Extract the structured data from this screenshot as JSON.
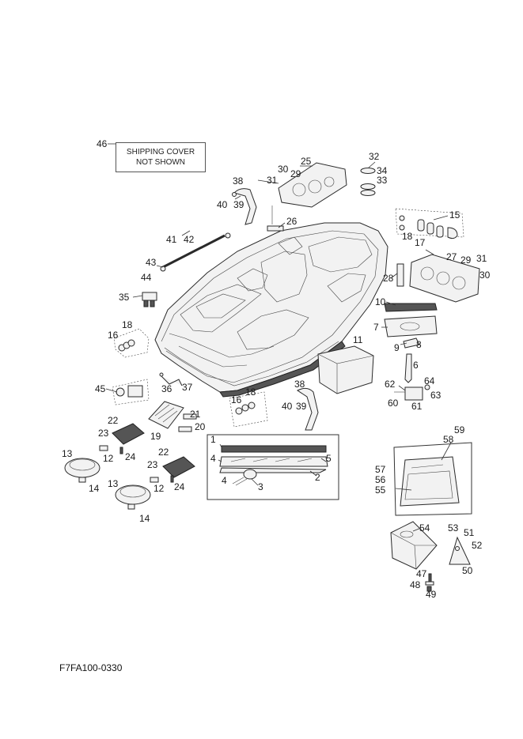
{
  "note": {
    "line1": "SHIPPING COVER",
    "line2": "NOT SHOWN"
  },
  "diagram_code": "F7FA100-0330",
  "callouts": [
    {
      "id": "46",
      "text": "46"
    },
    {
      "id": "32",
      "text": "32"
    },
    {
      "id": "25",
      "text": "25"
    },
    {
      "id": "30a",
      "text": "30"
    },
    {
      "id": "29a",
      "text": "29"
    },
    {
      "id": "34",
      "text": "34"
    },
    {
      "id": "31a",
      "text": "31"
    },
    {
      "id": "33",
      "text": "33"
    },
    {
      "id": "38a",
      "text": "38"
    },
    {
      "id": "40a",
      "text": "40"
    },
    {
      "id": "39a",
      "text": "39"
    },
    {
      "id": "26",
      "text": "26"
    },
    {
      "id": "15",
      "text": "15"
    },
    {
      "id": "41",
      "text": "41"
    },
    {
      "id": "42",
      "text": "42"
    },
    {
      "id": "18a",
      "text": "18"
    },
    {
      "id": "17",
      "text": "17"
    },
    {
      "id": "27",
      "text": "27"
    },
    {
      "id": "29b",
      "text": "29"
    },
    {
      "id": "31b",
      "text": "31"
    },
    {
      "id": "43",
      "text": "43"
    },
    {
      "id": "28",
      "text": "28"
    },
    {
      "id": "30b",
      "text": "30"
    },
    {
      "id": "44",
      "text": "44"
    },
    {
      "id": "35",
      "text": "35"
    },
    {
      "id": "10",
      "text": "10"
    },
    {
      "id": "7",
      "text": "7"
    },
    {
      "id": "18b",
      "text": "18"
    },
    {
      "id": "16a",
      "text": "16"
    },
    {
      "id": "11",
      "text": "11"
    },
    {
      "id": "9",
      "text": "9"
    },
    {
      "id": "8",
      "text": "8"
    },
    {
      "id": "6",
      "text": "6"
    },
    {
      "id": "62",
      "text": "62"
    },
    {
      "id": "64",
      "text": "64"
    },
    {
      "id": "38b",
      "text": "38"
    },
    {
      "id": "45",
      "text": "45"
    },
    {
      "id": "36",
      "text": "36"
    },
    {
      "id": "37",
      "text": "37"
    },
    {
      "id": "18c",
      "text": "18"
    },
    {
      "id": "63",
      "text": "63"
    },
    {
      "id": "60",
      "text": "60"
    },
    {
      "id": "61",
      "text": "61"
    },
    {
      "id": "16b",
      "text": "16"
    },
    {
      "id": "40b",
      "text": "40"
    },
    {
      "id": "39b",
      "text": "39"
    },
    {
      "id": "21",
      "text": "21"
    },
    {
      "id": "22a",
      "text": "22"
    },
    {
      "id": "20",
      "text": "20"
    },
    {
      "id": "23a",
      "text": "23"
    },
    {
      "id": "19",
      "text": "19"
    },
    {
      "id": "59",
      "text": "59"
    },
    {
      "id": "58",
      "text": "58"
    },
    {
      "id": "1",
      "text": "1"
    },
    {
      "id": "13a",
      "text": "13"
    },
    {
      "id": "24a",
      "text": "24"
    },
    {
      "id": "12a",
      "text": "12"
    },
    {
      "id": "22b",
      "text": "22"
    },
    {
      "id": "4a",
      "text": "4"
    },
    {
      "id": "5",
      "text": "5"
    },
    {
      "id": "23b",
      "text": "23"
    },
    {
      "id": "57",
      "text": "57"
    },
    {
      "id": "56",
      "text": "56"
    },
    {
      "id": "2",
      "text": "2"
    },
    {
      "id": "14a",
      "text": "14"
    },
    {
      "id": "13b",
      "text": "13"
    },
    {
      "id": "12b",
      "text": "12"
    },
    {
      "id": "24b",
      "text": "24"
    },
    {
      "id": "55",
      "text": "55"
    },
    {
      "id": "4b",
      "text": "4"
    },
    {
      "id": "3",
      "text": "3"
    },
    {
      "id": "14b",
      "text": "14"
    },
    {
      "id": "54",
      "text": "54"
    },
    {
      "id": "53",
      "text": "53"
    },
    {
      "id": "51",
      "text": "51"
    },
    {
      "id": "52",
      "text": "52"
    },
    {
      "id": "47",
      "text": "47"
    },
    {
      "id": "50",
      "text": "50"
    },
    {
      "id": "48",
      "text": "48"
    },
    {
      "id": "49",
      "text": "49"
    }
  ]
}
